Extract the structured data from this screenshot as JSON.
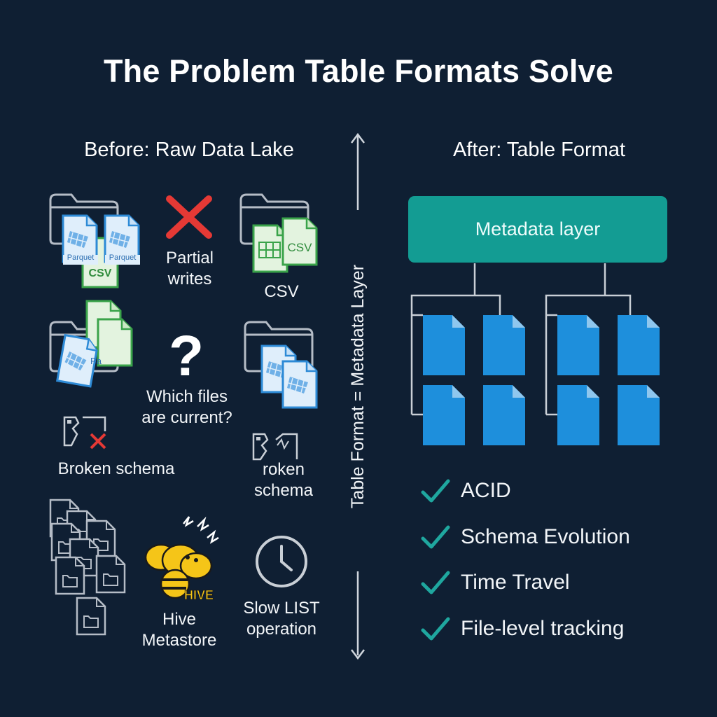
{
  "title": "The Problem Table Formats Solve",
  "before": {
    "heading": "Before: Raw Data Lake",
    "file_tags": {
      "parquet": "Parquet",
      "csv": "CSV",
      "pa": "Pa"
    },
    "partial_writes": "Partial\nwrites",
    "csv_label": "CSV",
    "which_files": "Which files\nare current?",
    "broken_schema_1": "Broken schema",
    "broken_schema_2": "roken\nschema",
    "hive_logo_text": "HIVE",
    "hive_metastore": "Hive\nMetastore",
    "slow_list": "Slow LIST\noperation"
  },
  "divider_caption": "Table Format = Metadata Layer",
  "after": {
    "heading": "After: Table Format",
    "metadata_box": "Metadata layer",
    "benefits": [
      "ACID",
      "Schema Evolution",
      "Time Travel",
      "File-level tracking"
    ]
  },
  "colors": {
    "background": "#0f1f33",
    "teal": "#139c93",
    "file_blue": "#1e8fdc",
    "check_teal": "#1fa79f",
    "cross_red": "#e53935",
    "hive_yellow": "#f5c518"
  }
}
